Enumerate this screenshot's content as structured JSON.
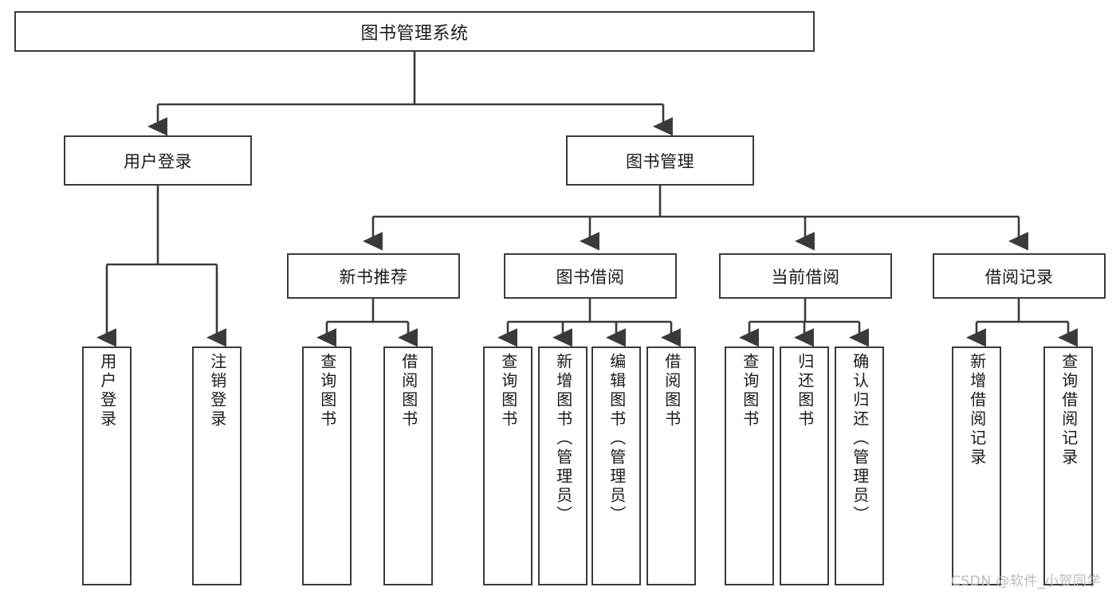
{
  "diagram": {
    "title": "图书管理系统",
    "watermark": "CSDN @软件_小贺同学",
    "nodes": {
      "root": {
        "label": "图书管理系统"
      },
      "level1": [
        {
          "id": "user-login",
          "label": "用户登录"
        },
        {
          "id": "book-manage",
          "label": "图书管理"
        }
      ],
      "level2": [
        {
          "id": "new-book-recommend",
          "label": "新书推荐"
        },
        {
          "id": "book-borrow",
          "label": "图书借阅"
        },
        {
          "id": "current-borrow",
          "label": "当前借阅"
        },
        {
          "id": "borrow-record",
          "label": "借阅记录"
        }
      ],
      "leaves": {
        "user_login": [
          {
            "id": "leaf-user-login",
            "label": "用户登录"
          },
          {
            "id": "leaf-logout-login",
            "label": "注销登录"
          }
        ],
        "new_book_recommend": [
          {
            "id": "leaf-query-book-1",
            "label": "查询图书"
          },
          {
            "id": "leaf-borrow-book-1",
            "label": "借阅图书"
          }
        ],
        "book_borrow": [
          {
            "id": "leaf-query-book-2",
            "label": "查询图书"
          },
          {
            "id": "leaf-add-book",
            "label": "新增图书（管理员）"
          },
          {
            "id": "leaf-edit-book",
            "label": "编辑图书（管理员）"
          },
          {
            "id": "leaf-borrow-book-2",
            "label": "借阅图书"
          }
        ],
        "current_borrow": [
          {
            "id": "leaf-query-book-3",
            "label": "查询图书"
          },
          {
            "id": "leaf-return-book",
            "label": "归还图书"
          },
          {
            "id": "leaf-confirm-return",
            "label": "确认归还（管理员）"
          }
        ],
        "borrow_record": [
          {
            "id": "leaf-add-record",
            "label": "新增借阅记录"
          },
          {
            "id": "leaf-query-record",
            "label": "查询借阅记录"
          }
        ]
      }
    },
    "colors": {
      "border": "#3a3a3a",
      "background": "#ffffff",
      "text": "#1a1a1a",
      "watermark": "#b9b9b9"
    }
  }
}
